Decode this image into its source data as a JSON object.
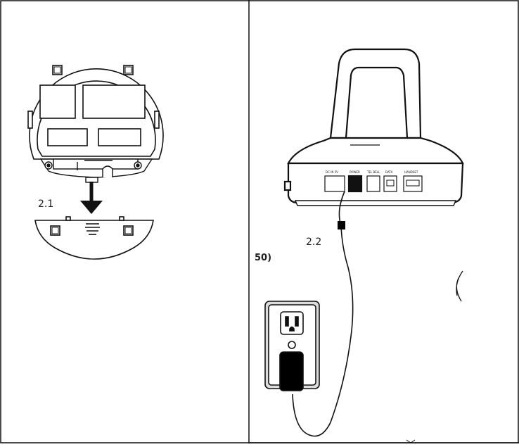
{
  "panels": {
    "left": {
      "step_label": "2.1"
    },
    "right": {
      "step_label": "2.2",
      "cut_text": "50)",
      "port_labels": [
        "DC IN 5V",
        "POWER",
        "TEL BELL",
        "DATA",
        "HANDSET"
      ]
    }
  },
  "colors": {
    "line": "#111111",
    "fill": "#ffffff",
    "black_part": "#000000"
  }
}
